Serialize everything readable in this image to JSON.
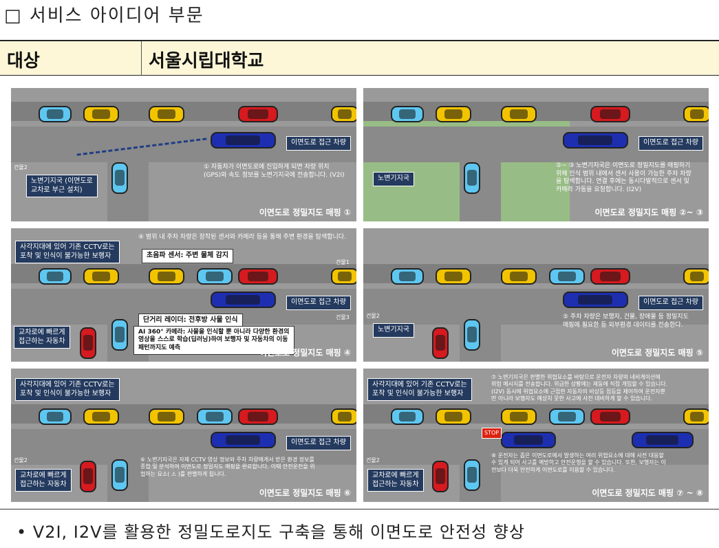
{
  "title": "□ 서비스 아이디어 부문",
  "header": {
    "key": "대상",
    "value": "서울시립대학교"
  },
  "panels": [
    {
      "labels": [
        "이면도로 접근 차량",
        "노변기지국 (이면도로\n교차로 부근 설치)"
      ],
      "small": "건물2",
      "desc": "① 자동차가 이면도로에 진입하게 되면 차량 위치\n(GPS)와 속도 정보를 노변기지국에 전송합니다. (V2I)",
      "caption": "이면도로 정밀지도 매핑 ①"
    },
    {
      "labels": [
        "이면도로 접근 차량",
        "노변기지국"
      ],
      "desc": "②~ ③ 노변기지국은 이면도로 정밀지도를 매핑하기\n위해 인식 범위 내에서 센서 사용이 가능한 주차 차량\n을 탐색합니다. 연결 후에는 동시다발적으로 센서 및\n카메라 가동을 요청합니다. (I2V)",
      "caption": "이면도로 정밀지도 매핑 ②~ ③"
    },
    {
      "labels": [
        "사각지대에 있어 기존 CCTV로는\n포착 및 인식이 불가능한 보행자",
        "초음파 센서: 주변 물체 감지",
        "이면도로 접근 차량",
        "단거리 레이더: 전후방 사물 인식",
        "교차로에 빠르게\n접근하는 자동차",
        "AI 360° 카메라: 사물을 인식할 뿐 아니라 다양한 환경의\n영상을 스스로 학습(딥러닝)하여 보행자 및 자동차의 이동\n패턴까지도 예측"
      ],
      "small": "건물1",
      "small2": "건물3",
      "desc": "④ 범위 내 주차 차량은 장착된 센서와 카메라 등을 통해 주변 환경을 탐색합니다.",
      "caption": "이면도로 정밀지도 매핑 ④"
    },
    {
      "labels": [
        "이면도로 접근 차량",
        "노변기지국"
      ],
      "small": "건물2",
      "desc": "⑤ 주차 차량은 보행자, 건물, 장애물 등 정밀지도\n매핑에 필요한 등 외부환경 데이터를 전송한다.",
      "caption": "이면도로 정밀지도 매핑 ⑤"
    },
    {
      "labels": [
        "사각지대에 있어 기존 CCTV로는\n포착 및 인식이 불가능한 보행자",
        "이면도로 접근 차량",
        "교차로에 빠르게\n접근하는 자동차"
      ],
      "small": "건물2",
      "desc": "⑥ 노변기지국은 자체 CCTV 영상 정보와 주차 차량에게서 받은 환경 정보를\n종합 및 분석하여 이면도로 정밀지도 매핑을 완료합니다. 이때 안전운전을 위\n협하는 요소( ⚠ )를 판별하게 됩니다.",
      "caption": "이면도로 정밀지도 매핑 ⑥"
    },
    {
      "labels": [
        "사각지대에 있어 기존 CCTV로는\n포착 및 인식이 불가능한 보행자",
        "교차로에 빠르게\n접근하는 자동차"
      ],
      "small": "건물2",
      "desc": "⑦ 노변기지국은 판별한 위협요소를 바탕으로 운전자 차량의 네비게이션에\n위험 메시지를 전송합니다. 위급한 상황에는 제동에 직접 개입할 수 있습니다.\n(I2V) 동시에 위협요소에 근접한 자동차의 비상등 점등을 제어하여 운전자뿐\n만 아니라 보행자도 예상치 못한 사고에 사전 대비하게 할 수 있습니다.",
      "desc2": "⑧ 운전자는 좁은 이면도로에서 발생하는 여러 위협요소에 대해 사전 대응할\n수 있게 되어 사고를 예방하고 안전운행을 할 수 있습니다. 또한, 보행자는 이\n전보다 더욱 안전하게 이면도로를 이용할 수 있습니다.",
      "stop": "STOP",
      "caption": "이면도로 정밀지도 매핑 ⑦ ~ ⑧"
    }
  ],
  "bullet": "• V2I, I2V를 활용한 정밀도로지도 구축을 통해 이면도로 안전성 향상"
}
